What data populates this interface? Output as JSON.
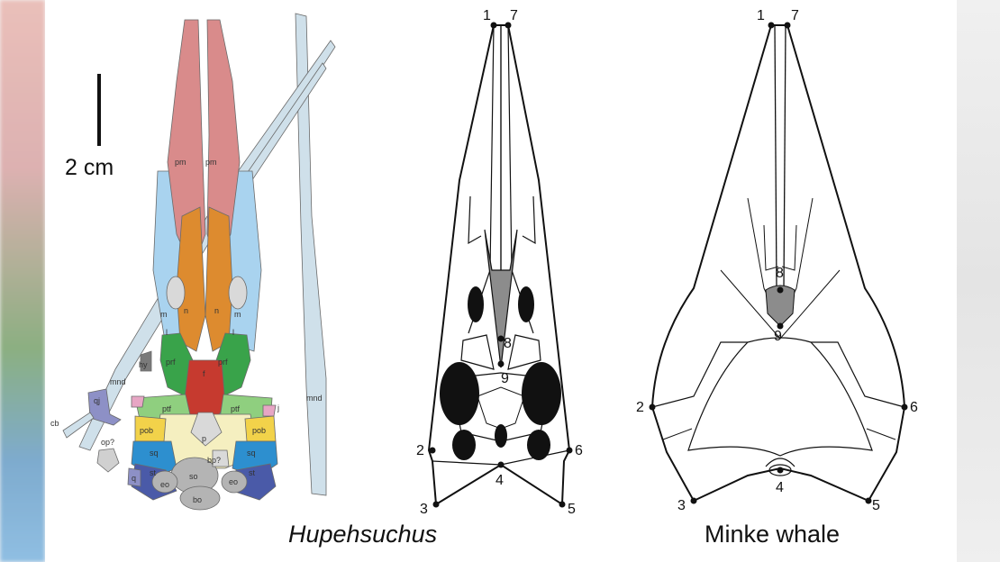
{
  "scale_bar": {
    "label": "2 cm"
  },
  "captions": {
    "left": "Hupehsuchus",
    "right": "Minke whale"
  },
  "bone_labels": {
    "pm": "pm",
    "m": "m",
    "n": "n",
    "l": "l",
    "prf": "prf",
    "f": "f",
    "ptf": "ptf",
    "pob": "pob",
    "p": "p",
    "sq": "sq",
    "st": "st",
    "q": "q",
    "qj": "qj",
    "eo": "eo",
    "so": "so",
    "bo": "bo",
    "bp": "bp?",
    "op": "op?",
    "cb": "cb",
    "hy": "hy",
    "mnd": "mnd",
    "j": "j"
  },
  "landmarks": [
    "1",
    "2",
    "3",
    "4",
    "5",
    "6",
    "7",
    "8",
    "9"
  ],
  "colors": {
    "premaxilla": "#d98b8b",
    "maxilla": "#a9d3ef",
    "nasal": "#dd8b2f",
    "prefrontal": "#39a34a",
    "frontal": "#c63a2f",
    "postfrontal": "#8fcf7f",
    "parietal": "#f5efc0",
    "postorbital": "#f2d24a",
    "squamosal": "#2d8fcf",
    "supratemporal": "#4a5aa8",
    "occipital": "#b4b4b4",
    "jugal": "#e7a6c4",
    "mandible": "#cfe0ea",
    "quadratojugal": "#8d90c6",
    "shade": "#8c8c8c"
  }
}
